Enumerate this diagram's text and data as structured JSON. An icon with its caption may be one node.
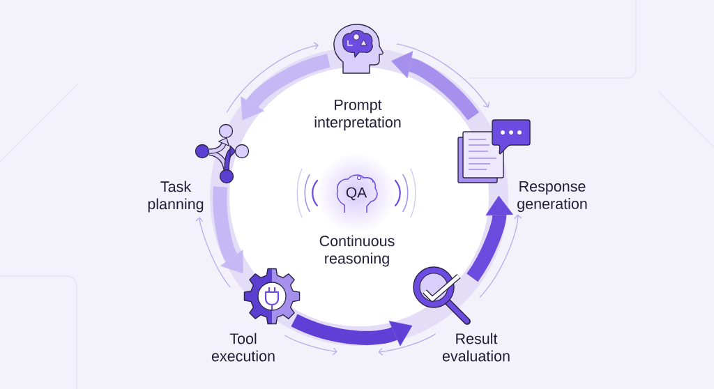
{
  "diagram": {
    "nodes": [
      {
        "text": [
          "Prompt interpretation"
        ]
      },
      {
        "text": [
          "Task planning"
        ]
      },
      {
        "text": [
          "Tool execution"
        ]
      },
      {
        "text": [
          "Result evaluation"
        ]
      },
      {
        "text": [
          "Response generation"
        ]
      },
      {
        "text": [
          "Continuous reasoning"
        ]
      }
    ],
    "edges": [
      {
        "from": 0,
        "to": 1,
        "arrow": "to",
        "style": "thick",
        "color": "#c6b8f5"
      },
      {
        "from": 1,
        "to": 2,
        "arrow": "to",
        "style": "thick",
        "color": "#c6b8f5"
      },
      {
        "from": 2,
        "to": 3,
        "arrow": "to",
        "style": "thick",
        "color": "#5f3fd6"
      },
      {
        "from": 3,
        "to": 4,
        "arrow": "to",
        "style": "thick",
        "color": "#6b4ade"
      },
      {
        "from": 4,
        "to": 0,
        "arrow": "to",
        "style": "thick",
        "color": "#a690ee"
      },
      {
        "from": 1,
        "to": 0,
        "arrow": "to"
      },
      {
        "from": 0,
        "to": 4,
        "arrow": "to"
      },
      {
        "from": 2,
        "to": 1,
        "arrow": "to"
      },
      {
        "from": 3,
        "to": 4,
        "arrow": "to"
      },
      {
        "from": 2,
        "to": null,
        "arrow": "to"
      },
      {
        "from": 3,
        "to": null,
        "arrow": "to"
      }
    ],
    "labels": [
      "QA"
    ]
  }
}
